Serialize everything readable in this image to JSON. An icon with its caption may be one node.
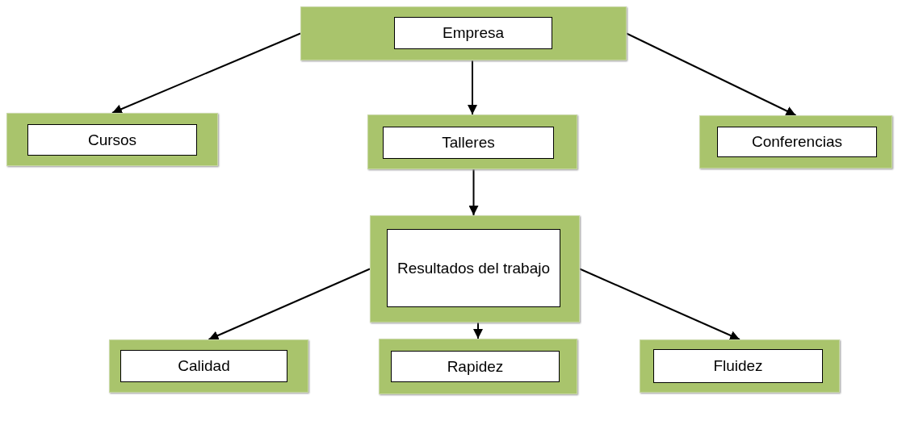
{
  "diagram": {
    "nodes": [
      {
        "text": [
          "Empresa"
        ]
      },
      {
        "text": [
          "Cursos"
        ]
      },
      {
        "text": [
          "Talleres"
        ]
      },
      {
        "text": [
          "Conferencias"
        ]
      },
      {
        "text": [
          "Resultados del trabajo"
        ]
      },
      {
        "text": [
          "Calidad"
        ]
      },
      {
        "text": [
          "Rapidez"
        ]
      },
      {
        "text": [
          "Fluidez"
        ]
      }
    ],
    "edges": [
      {
        "from": 0,
        "to": 1,
        "arrow": "to"
      },
      {
        "from": 0,
        "to": 2,
        "arrow": "to"
      },
      {
        "from": 0,
        "to": 3,
        "arrow": "to"
      },
      {
        "from": 2,
        "to": 4,
        "arrow": "to"
      },
      {
        "from": 4,
        "to": 5,
        "arrow": "to"
      },
      {
        "from": 4,
        "to": 6,
        "arrow": "to"
      },
      {
        "from": 4,
        "to": 7,
        "arrow": "to"
      }
    ]
  }
}
